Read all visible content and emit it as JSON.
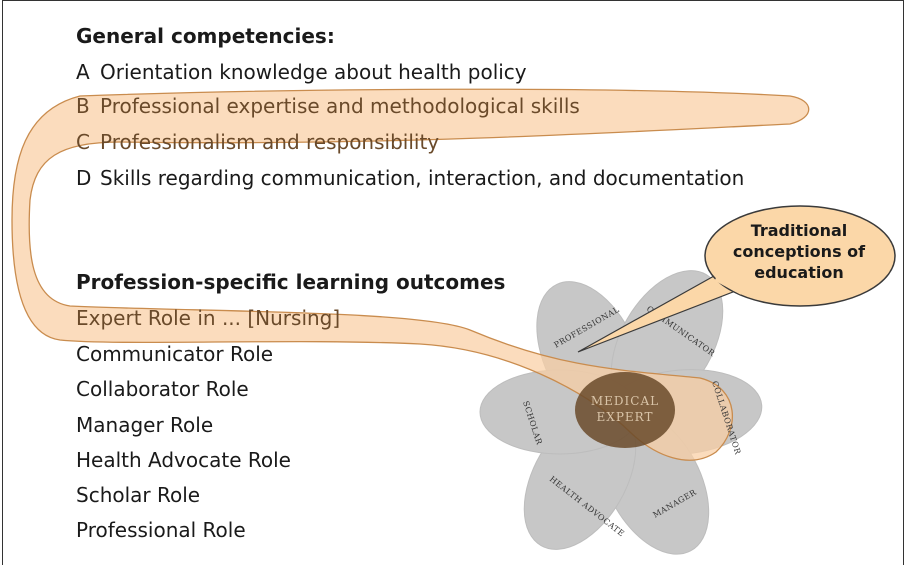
{
  "general": {
    "heading": "General competencies:",
    "items": [
      {
        "letter": "A",
        "text": "Orientation knowledge about health policy"
      },
      {
        "letter": "B",
        "text": "Professional expertise and methodological skills"
      },
      {
        "letter": "C",
        "text": "Professionalism and responsibility"
      },
      {
        "letter": "D",
        "text": "Skills regarding communication, interaction, and documentation"
      }
    ]
  },
  "specific": {
    "heading": "Profession-specific learning outcomes",
    "roles": [
      "Expert Role in ... [Nursing]",
      "Communicator Role",
      "Collaborator Role",
      "Manager Role",
      "Health Advocate Role",
      "Scholar Role",
      "Professional Role"
    ]
  },
  "callout": {
    "lines": [
      "Traditional",
      "conceptions of",
      "education"
    ]
  },
  "flower": {
    "center": [
      "MEDICAL",
      "EXPERT"
    ],
    "petals": {
      "professional": "PROFESSIONAL",
      "communicator": "COMMUNICATOR",
      "collaborator": "COLLABORATOR",
      "manager": "MANAGER",
      "health_advocate": "HEALTH ADVOCATE",
      "scholar": "SCHOLAR"
    }
  },
  "colors": {
    "highlight_fill": "#f9cfa4",
    "highlight_stroke": "#c98c4e",
    "bubble_fill": "#fbd7a8",
    "petal_fill": "#9a9a9a",
    "center_fill": "#6a4a2a"
  }
}
